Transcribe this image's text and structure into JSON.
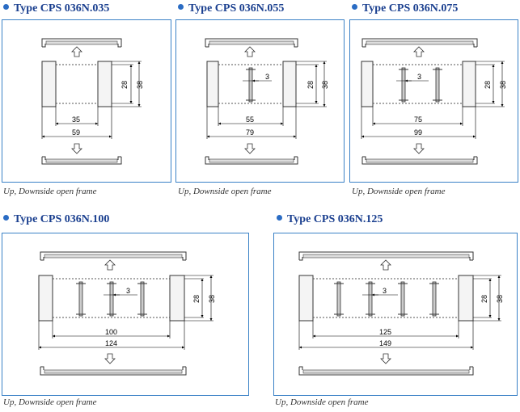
{
  "panels": [
    {
      "title": "Type  CPS 036N.035",
      "caption": "Up, Downside open frame",
      "inner": "35",
      "outer": "59",
      "h1": "28",
      "h2": "38"
    },
    {
      "title": "Type  CPS 036N.055",
      "caption": "Up, Downside open frame",
      "inner": "55",
      "outer": "79",
      "h1": "28",
      "h2": "38",
      "pitch": "3"
    },
    {
      "title": "Type  CPS 036N.075",
      "caption": "Up, Downside open frame",
      "inner": "75",
      "outer": "99",
      "h1": "28",
      "h2": "38",
      "pitch": "3"
    },
    {
      "title": "Type  CPS 036N.100",
      "caption": "Up, Downside open frame",
      "inner": "100",
      "outer": "124",
      "h1": "28",
      "h2": "38",
      "pitch": "3"
    },
    {
      "title": "Type  CPS 036N.125",
      "caption": "Up, Downside open frame",
      "inner": "125",
      "outer": "149",
      "h1": "28",
      "h2": "38",
      "pitch": "3"
    }
  ],
  "colors": {
    "title": "#1a3f8f",
    "frame": "#3b82c7",
    "bullet": "#2a6cc4"
  }
}
